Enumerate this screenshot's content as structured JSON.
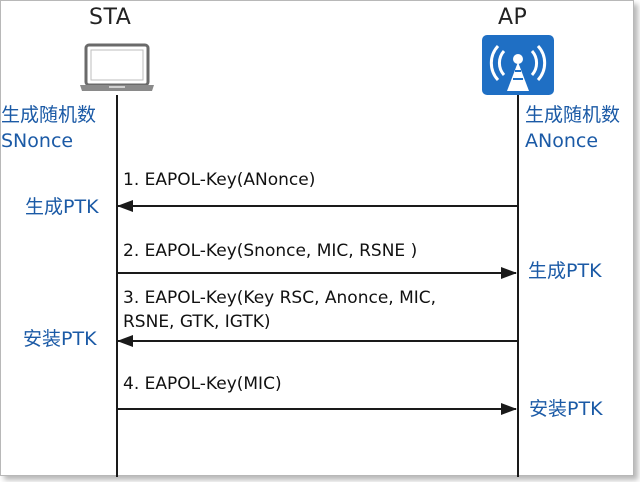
{
  "actors": {
    "sta": "STA",
    "ap": "AP"
  },
  "labels": {
    "sta_random_cn": "生成随机数",
    "sta_nonce": "SNonce",
    "ap_random_cn": "生成随机数",
    "ap_nonce": "ANonce",
    "sta_gen_ptk": "生成PTK",
    "ap_gen_ptk": "生成PTK",
    "sta_install_ptk": "安装PTK",
    "ap_install_ptk": "安装PTK"
  },
  "messages": [
    {
      "lines": [
        "1. EAPOL-Key(ANonce)"
      ],
      "direction": "ap-to-sta"
    },
    {
      "lines": [
        "2. EAPOL-Key(Snonce, MIC, RSNE )"
      ],
      "direction": "sta-to-ap"
    },
    {
      "lines": [
        "3. EAPOL-Key(Key RSC, Anonce, MIC,",
        "RSNE, GTK, IGTK)"
      ],
      "direction": "ap-to-sta"
    },
    {
      "lines": [
        "4. EAPOL-Key(MIC)"
      ],
      "direction": "sta-to-ap"
    }
  ],
  "icons": {
    "sta": "laptop-icon",
    "ap": "wireless-access-point-icon"
  },
  "colors": {
    "label_blue": "#1b5aa6",
    "ap_icon_blue": "#1f6fc4",
    "line": "#1a1a1a"
  }
}
